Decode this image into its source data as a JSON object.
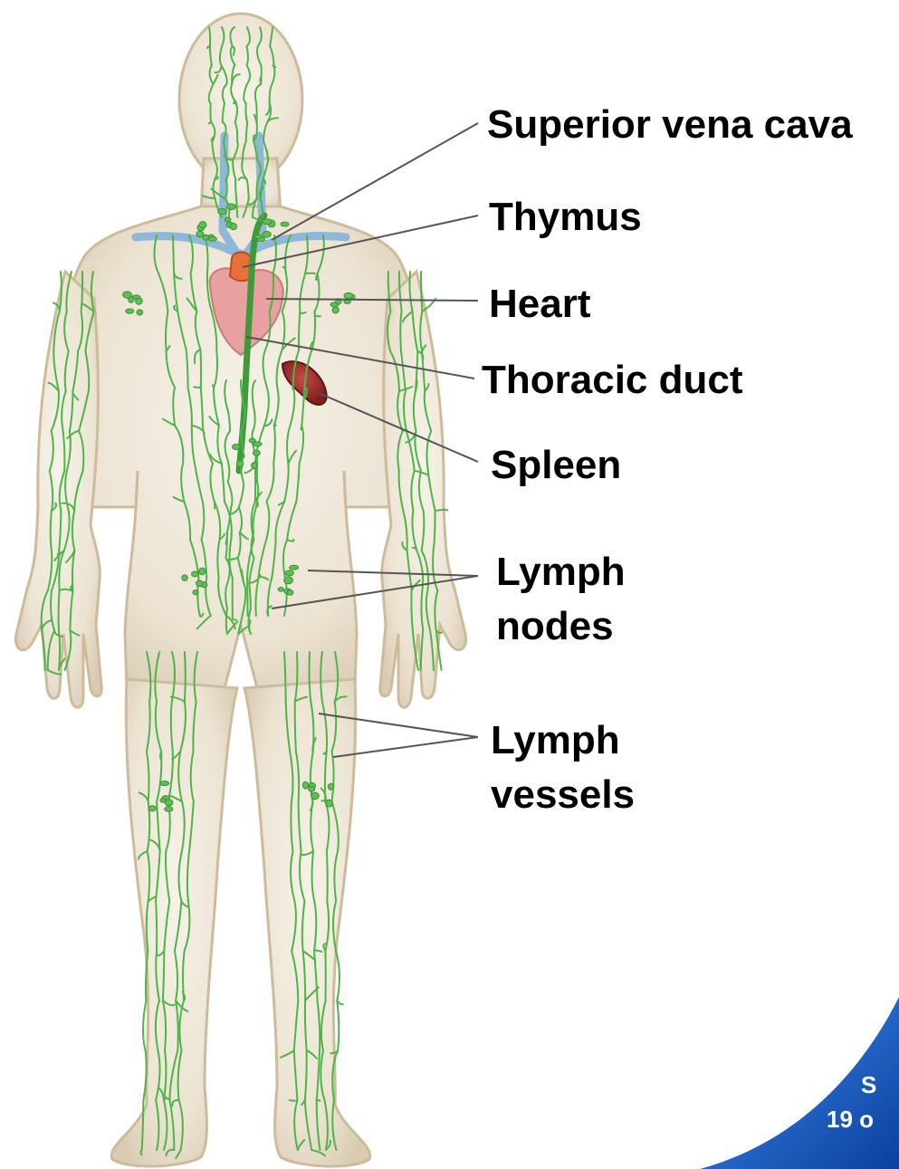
{
  "labels": {
    "superior_vena_cava": "Superior vena cava",
    "thymus": "Thymus",
    "heart": "Heart",
    "thoracic_duct": "Thoracic duct",
    "spleen": "Spleen",
    "lymph_nodes_1": "Lymph",
    "lymph_nodes_2": "nodes",
    "lymph_vessels_1": "Lymph",
    "lymph_vessels_2": "vessels"
  },
  "slide_corner": {
    "line1": "S",
    "line2": "19 o"
  },
  "colors": {
    "skin": "#e7dcc9",
    "skin_inner": "#f4efe4",
    "lymph_vessel": "#4fb448",
    "vein": "#8fb8d8",
    "heart": "#e8a0a0",
    "thymus": "#e8713a",
    "spleen": "#a32c2a",
    "leader_line": "#555555",
    "corner_blue": "#1d5fc4"
  }
}
